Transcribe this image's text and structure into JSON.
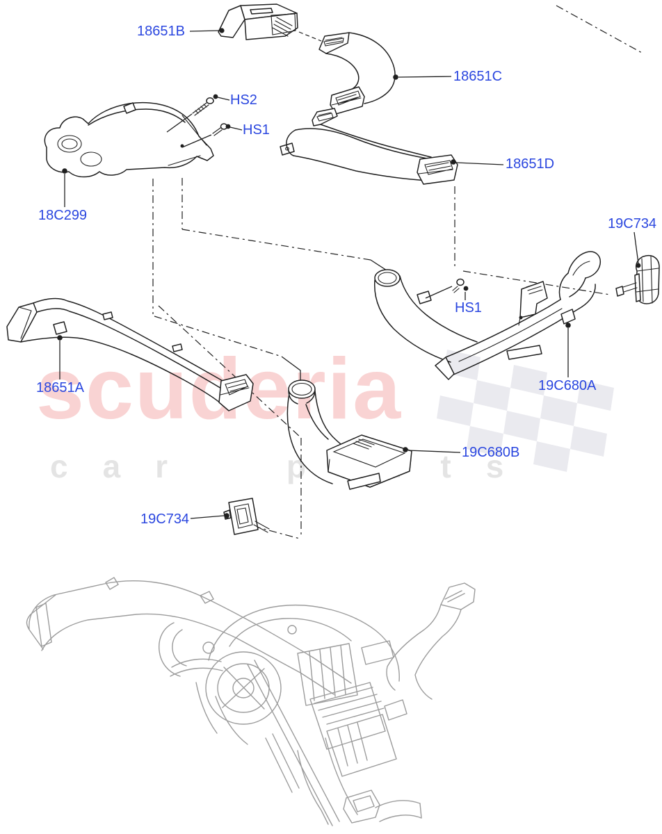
{
  "watermark": {
    "brand": "scuderia",
    "tagline": "car parts"
  },
  "diagram": {
    "labels": [
      {
        "id": "18651b",
        "text": "18651B"
      },
      {
        "id": "hs2",
        "text": "HS2"
      },
      {
        "id": "hs1-upper",
        "text": "HS1"
      },
      {
        "id": "18c299",
        "text": "18C299"
      },
      {
        "id": "18651c",
        "text": "18651C"
      },
      {
        "id": "18651d",
        "text": "18651D"
      },
      {
        "id": "19c734-upper",
        "text": "19C734"
      },
      {
        "id": "hs1-lower",
        "text": "HS1"
      },
      {
        "id": "19c680a",
        "text": "19C680A"
      },
      {
        "id": "18651a",
        "text": "18651A"
      },
      {
        "id": "19c680b",
        "text": "19C680B"
      },
      {
        "id": "19c734-lower",
        "text": "19C734"
      }
    ],
    "colors": {
      "label_blue": "#2a46df",
      "line_black": "#1f1f1f",
      "reference_gray": "#9b9b9b",
      "watermark_pink": "#f9d3d3",
      "watermark_gray": "#e4e4e4",
      "checker_gray": "#dcdce4"
    }
  }
}
